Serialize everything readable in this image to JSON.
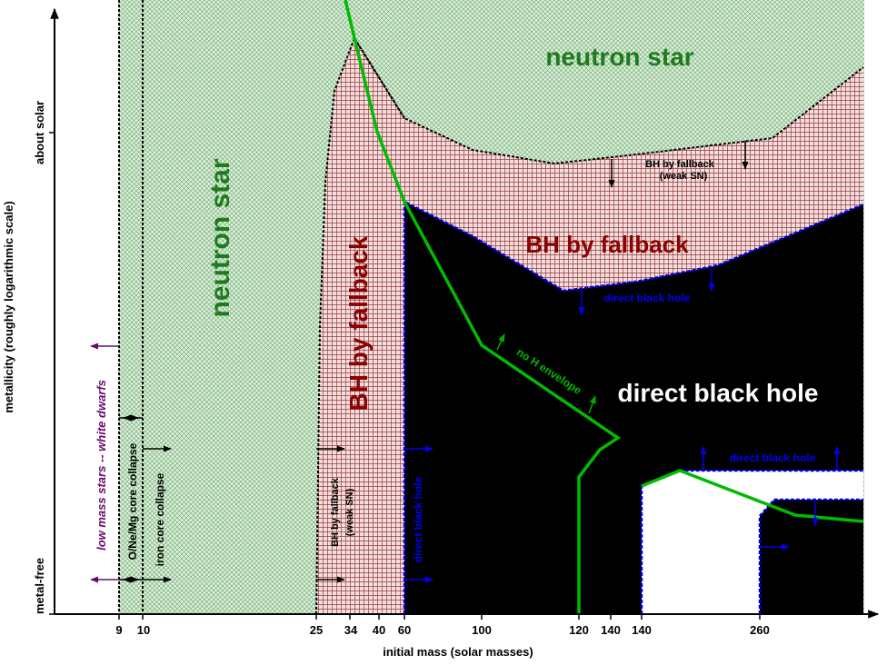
{
  "axes": {
    "x_label": "initial mass (solar masses)",
    "y_label": "metallicity (roughly logarithmic scale)",
    "x_ticks": [
      "9",
      "10",
      "25",
      "34",
      "40",
      "60",
      "100",
      "120",
      "140",
      "260"
    ],
    "y_ticks": [
      "metal-free",
      "about solar"
    ]
  },
  "regions": {
    "neutron_star_top": "neutron star",
    "neutron_star_left": "neutron star",
    "bh_fallback_center": "BH by fallback",
    "bh_fallback_vertical": "BH by fallback",
    "bh_fallback_weak_top_line1": "BH by fallback",
    "bh_fallback_weak_top_line2": "(weak SN)",
    "bh_fallback_weak_bottom_line1": "BH by fallback",
    "bh_fallback_weak_bottom_line2": "(weak SN)",
    "direct_black_hole_main": "direct black hole",
    "direct_black_hole_small_top": "direct black hole",
    "direct_black_hole_small_right": "direct black hole",
    "direct_black_hole_vertical": "direct black hole",
    "no_h_envelope": "no H envelope",
    "low_mass_stars": "low mass stars -- white dwarfs",
    "onemg_core_collapse": "O/Ne/Mg core collapse",
    "iron_core_collapse": "iron core collapse"
  },
  "colors": {
    "neutron_star": "#006b00",
    "bh_fallback": "#8b0000",
    "direct_black_hole": "#000000",
    "direct_black_hole_label": "#0000ff",
    "no_h_envelope": "#00bb00",
    "white_dwarfs": "#6a0a6a",
    "hatch_green_bg": "#dcefdc",
    "hatch_red_bg": "#efdada"
  }
}
